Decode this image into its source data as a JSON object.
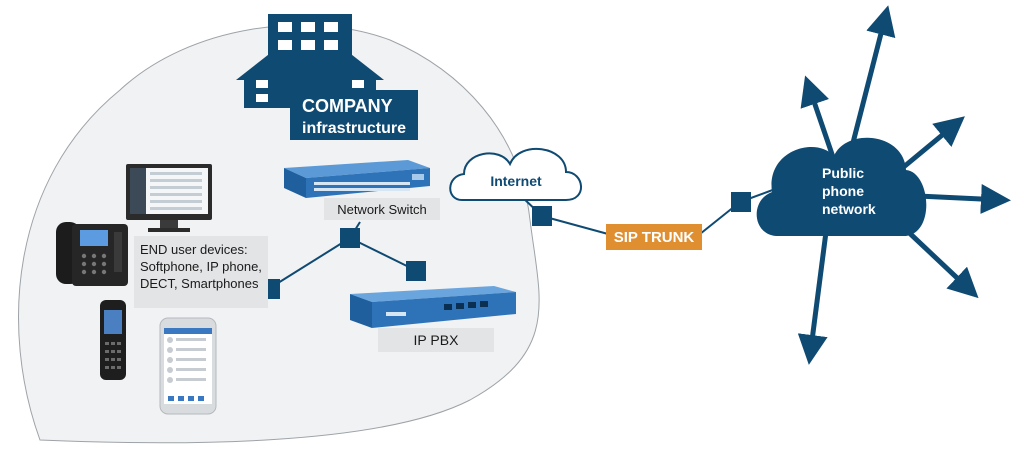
{
  "company": {
    "line1": "COMPANY",
    "line2": "infrastructure"
  },
  "internet": {
    "label": "Internet"
  },
  "network_switch": {
    "label": "Network Switch"
  },
  "ip_pbx": {
    "label": "IP PBX"
  },
  "end_user": {
    "lines": [
      "END user devices:",
      "Softphone, IP phone,",
      "DECT, Smartphones"
    ]
  },
  "sip_trunk": {
    "label": "SIP TRUNK"
  },
  "public_network": {
    "lines": [
      "Public",
      "phone",
      "network"
    ]
  },
  "colors": {
    "navy": "#0f4a73",
    "orange": "#e08f30",
    "blob_fill": "#f1f2f3",
    "label_bg": "#e3e4e6",
    "device_blue": "#2e73b8"
  }
}
